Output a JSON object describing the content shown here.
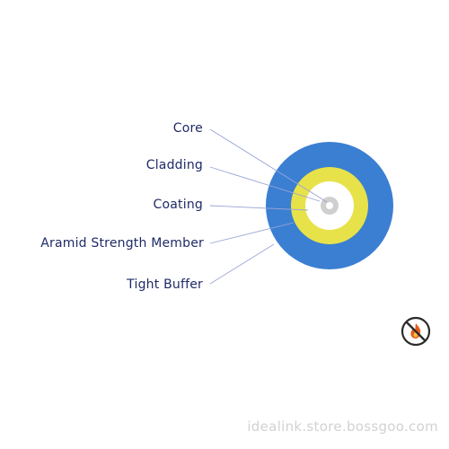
{
  "labels": {
    "core": "Core",
    "cladding": "Cladding",
    "coating": "Coating",
    "aramid": "Aramid Strength Member",
    "buffer": "Tight Buffer"
  },
  "colors": {
    "tight_buffer": "#3a7fd2",
    "aramid": "#e7e24a",
    "coating": "#ffffff",
    "cladding": "#d3d3d3",
    "core": "#ffffff",
    "leader_line": "#9aa4d8",
    "label_text": "#1f2a66"
  },
  "badge": {
    "icon": "no-fire-icon"
  },
  "watermark": "idealink.store.bossgoo.com"
}
